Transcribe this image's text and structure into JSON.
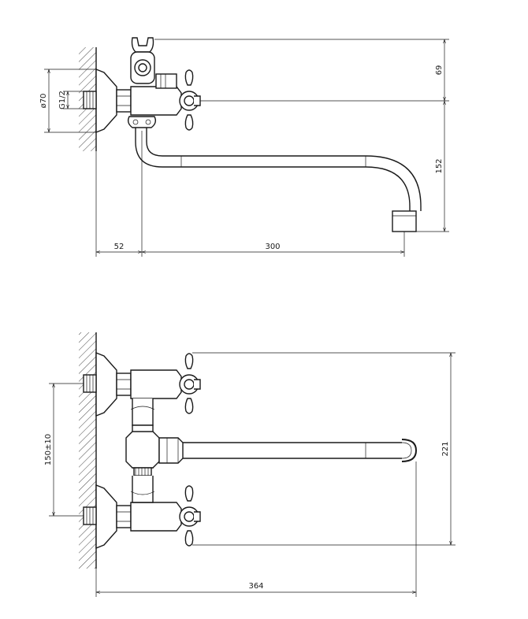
{
  "view_top": {
    "dim_wall_to_spout_axis": "52",
    "dim_spout_reach": "300",
    "dim_holder_height": "69",
    "dim_spout_drop": "152",
    "dim_flange_diameter": "ø70",
    "dim_thread": "G1/2"
  },
  "view_bottom": {
    "dim_inlet_spacing": "150±10",
    "dim_overall_height": "221",
    "dim_overall_reach": "364"
  },
  "colors": {
    "line": "#1a1a1a",
    "background": "#ffffff"
  }
}
